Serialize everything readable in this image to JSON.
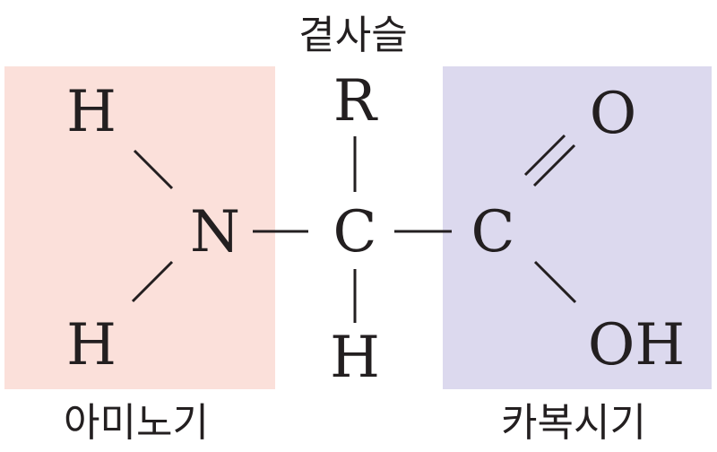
{
  "labels": {
    "side_chain": "곁사슬",
    "amino_group": "아미노기",
    "carboxyl_group": "카복시기"
  },
  "atoms": {
    "h_top_left": "H",
    "h_bottom_left": "H",
    "n": "N",
    "c_alpha": "C",
    "r": "R",
    "h_alpha": "H",
    "c_carboxyl": "C",
    "o": "O",
    "oh": "OH"
  },
  "colors": {
    "amino_region": "#fbe0da",
    "carboxyl_region": "#dcd9ee",
    "ink": "#231f20"
  }
}
